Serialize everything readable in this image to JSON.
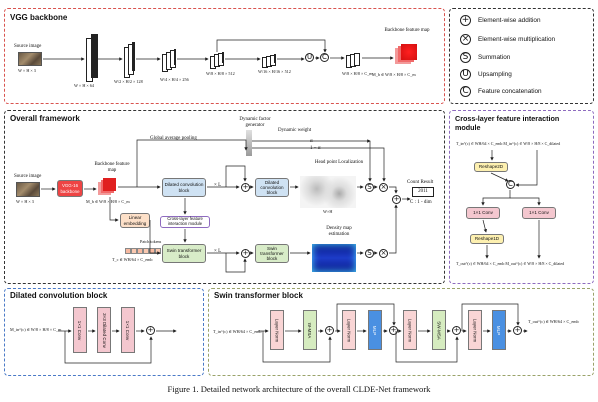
{
  "colors": {
    "vgg_border": "#d9534f",
    "legend_border": "#333333",
    "overall_border": "#333333",
    "crosslayer_border": "#8e6bbf",
    "dilated_border": "#4a7ac7",
    "swin_border": "#9aa36a",
    "conv_pink": "#f4c7cf",
    "dilated_blue": "#cfe2f3",
    "swin_green": "#d8ecc8",
    "linear_peach": "#fde0c8",
    "vgg_red": "#ee4444",
    "reshape_yellow": "#fdf0b0",
    "layer_norm_pink": "#f9d5d5",
    "wmsa_green": "#d6ecc0",
    "mlp_blue": "#4a90e2"
  },
  "panels": {
    "vgg": {
      "title": "VGG backbone"
    },
    "overall": {
      "title": "Overall framework"
    },
    "crosslayer": {
      "title": "Cross-layer feature interaction module"
    },
    "dilated": {
      "title": "Dilated convolution block"
    },
    "swin": {
      "title": "Swin transformer block"
    }
  },
  "legend": [
    {
      "icon": "plus-circle-icon",
      "symbol": "⊕",
      "label": "Element-wise addition"
    },
    {
      "icon": "times-circle-icon",
      "symbol": "⊗",
      "label": "Element-wise multiplication"
    },
    {
      "icon": "sigma-circle-icon",
      "symbol": "S",
      "label": "Summation"
    },
    {
      "icon": "upsampling-circle-icon",
      "symbol": "U",
      "label": "Upsampling"
    },
    {
      "icon": "concat-circle-icon",
      "symbol": "C",
      "label": "Feature concatenation"
    }
  ],
  "vgg": {
    "source_label": "Source image",
    "source_dims": "W × H × 3",
    "stage_labels": [
      "W × H × 64",
      "W/2 × H/2 × 128",
      "W/4 × H/4 × 256",
      "W/8 × H/8 × 512",
      "W/16 × H/16 × 512",
      "W/8 × H/8 × C_m"
    ],
    "feature_map_label": "Backbone feature map",
    "feature_map_dims": "M_b ∈ W/8 × H/8 × C_m"
  },
  "overall": {
    "source_label": "Source image",
    "source_dims": "W × H × 3",
    "vgg_block": "VGG-16 backbone",
    "backbone_label": "Backbone feature map",
    "backbone_dims": "M_b ∈ W/8 × H/8 × C_m",
    "dynamic_factor": "Dynamic factor generator",
    "gap": "Global average pooling",
    "dynamic_weight": "Dynamic weight",
    "alpha": "α",
    "one_minus_alpha": "1 − α",
    "dilated_block": "Dilated convolution block",
    "dilated_block2": "Dilated convolution block",
    "times_l1": "× L",
    "times_l2": "× L",
    "cross_layer": "Cross-layer feature interaction module",
    "linear_embedding": "Linear embedding",
    "patch_tokens": "Patch tokens",
    "patch_dims": "T_c ∈ WH/64 × C_emb",
    "swin_block": "Swin transformer block",
    "swin_block2": "Swin transformer block",
    "head_title": "Head point Localization",
    "wh": "W×H",
    "density_title": "Density map estimation",
    "count_label": "Count Result",
    "count_value": "2011",
    "count_dims": "C : 1 - dim"
  },
  "crosslayer": {
    "top_dims": "T_in^(c) ∈ WH/64 × C_emb   M_in^(c) ∈ W/8 × H/8 × C_dilated",
    "reshape2d": "Reshape2D",
    "conv1": "1×1 Conv",
    "conv2": "1×1 Conv",
    "reshape1d": "Reshape1D",
    "bottom_dims": "T_out^(c) ∈ WH/64 × C_emb   M_out^(c) ∈ W/8 × H/8 × C_dilated"
  },
  "dilated": {
    "input_dims": "M_in^(c) ∈ W/8 × H/8 × C_m",
    "conv_a": "1×1 Conv",
    "conv_b": "3×3 Dilated Conv",
    "conv_c": "1×1 Conv"
  },
  "swin": {
    "input_dims": "T_in^(c) ∈ WH/64 × C_emb",
    "blocks": [
      "Layer Norm",
      "W-MSA",
      "Layer Norm",
      "MLP",
      "Layer Norm",
      "SW-MSA",
      "Layer Norm",
      "MLP"
    ],
    "output_dims": "T_out^(c) ∈ WH/64 × C_emb"
  },
  "caption": "Figure 1. Detailed network architecture of the overall CLDE-Net framework"
}
